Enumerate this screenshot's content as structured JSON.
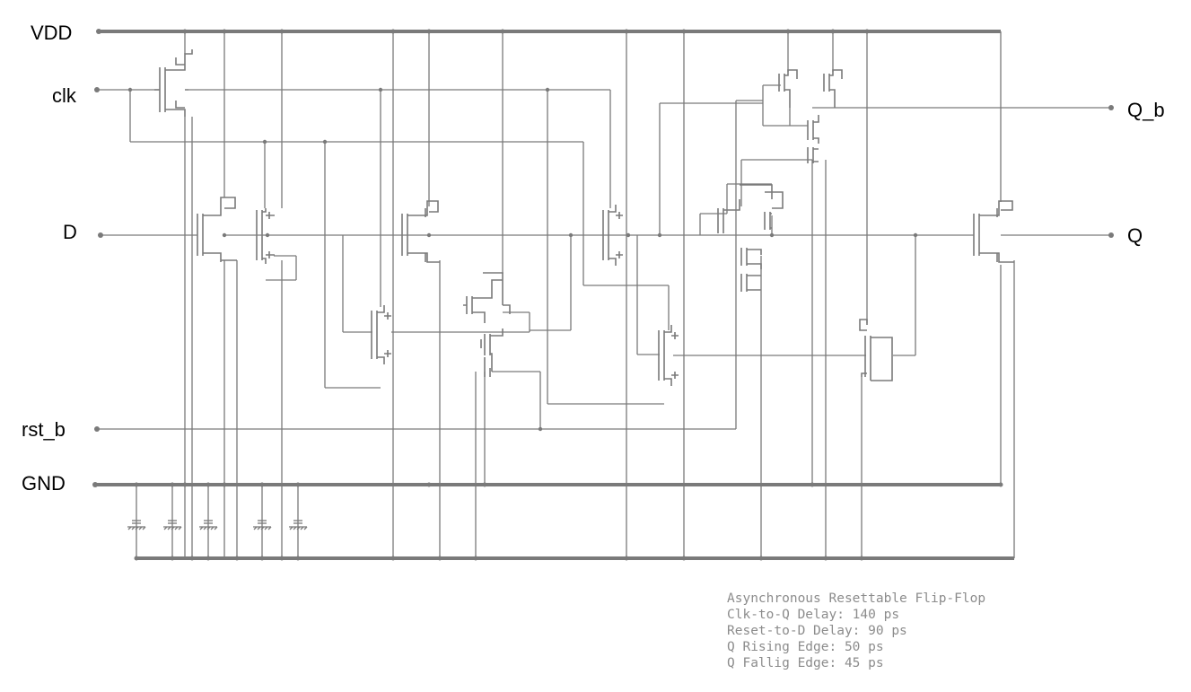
{
  "ports": {
    "vdd": "VDD",
    "clk": "clk",
    "d": "D",
    "rst_b": "rst_b",
    "gnd": "GND",
    "q_b": "Q_b",
    "q": "Q"
  },
  "notes": [
    "Asynchronous Resettable Flip-Flop",
    "Clk-to-Q Delay: 140 ps",
    "Reset-to-D Delay: 90 ps",
    "Q Rising Edge: 50 ps",
    "Q Fallig Edge: 45 ps"
  ],
  "colors": {
    "wire": "#7a7a7a",
    "label": "#000000",
    "note": "#8c8c8c"
  }
}
